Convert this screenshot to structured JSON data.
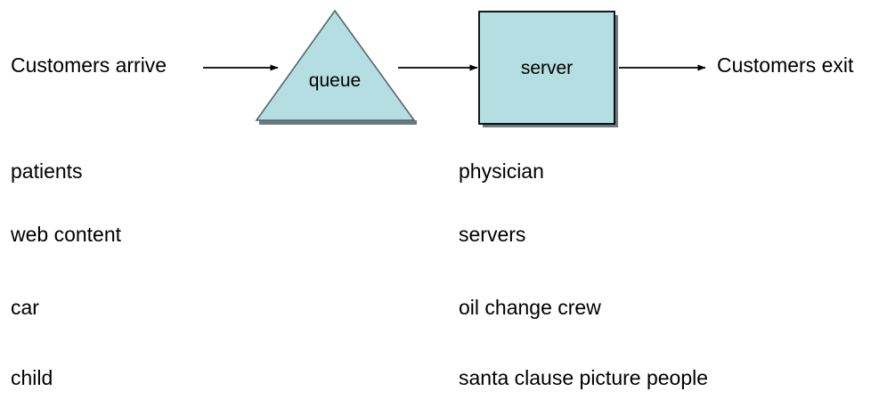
{
  "diagram": {
    "title": "Queueing system flow diagram",
    "colors": {
      "shape_fill": "#b4dee2",
      "shape_stroke": "#55666b",
      "box_stroke": "#000000",
      "shadow": "#6b7a80",
      "arrow": "#000000",
      "text": "#000000",
      "background": "#ffffff"
    },
    "flow": {
      "entry_label": "Customers arrive",
      "exit_label": "Customers exit",
      "nodes": [
        {
          "id": "queue",
          "label": "queue",
          "shape": "triangle"
        },
        {
          "id": "server",
          "label": "server",
          "shape": "rectangle"
        }
      ],
      "arrows": [
        {
          "from": "entry_label",
          "to": "queue",
          "direction": "right"
        },
        {
          "from": "queue",
          "to": "server",
          "direction": "right"
        },
        {
          "from": "server",
          "to": "exit_label",
          "direction": "right"
        }
      ]
    },
    "examples": {
      "columns": [
        "queue_examples",
        "server_examples"
      ],
      "rows": [
        {
          "queue_item": "patients",
          "server_item": "physician"
        },
        {
          "queue_item": "web content",
          "server_item": "servers"
        },
        {
          "queue_item": "car",
          "server_item": "oil change crew"
        },
        {
          "queue_item": "child",
          "server_item": "santa clause picture people"
        }
      ]
    }
  }
}
